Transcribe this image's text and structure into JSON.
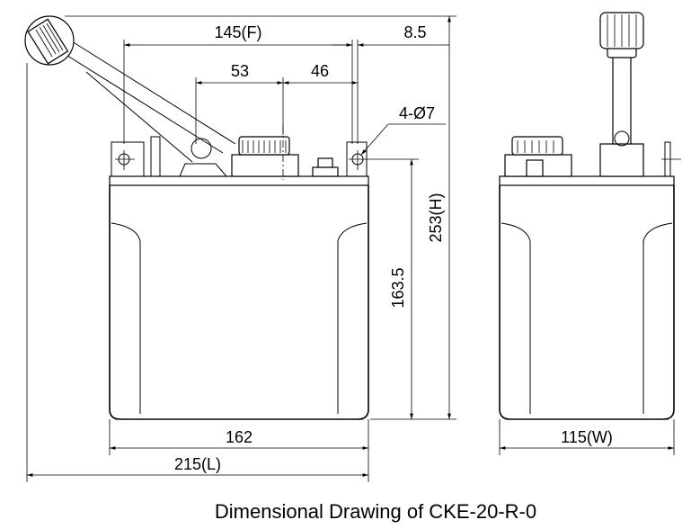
{
  "dimensions": {
    "f": "145(F)",
    "offset_top": "8.5",
    "d53": "53",
    "d46": "46",
    "holes": "4-Ø7",
    "h": "253(H)",
    "h_tank": "163.5",
    "w_tank": "162",
    "l": "215(L)",
    "w": "115(W)"
  },
  "caption": "Dimensional Drawing of CKE-20-R-0"
}
